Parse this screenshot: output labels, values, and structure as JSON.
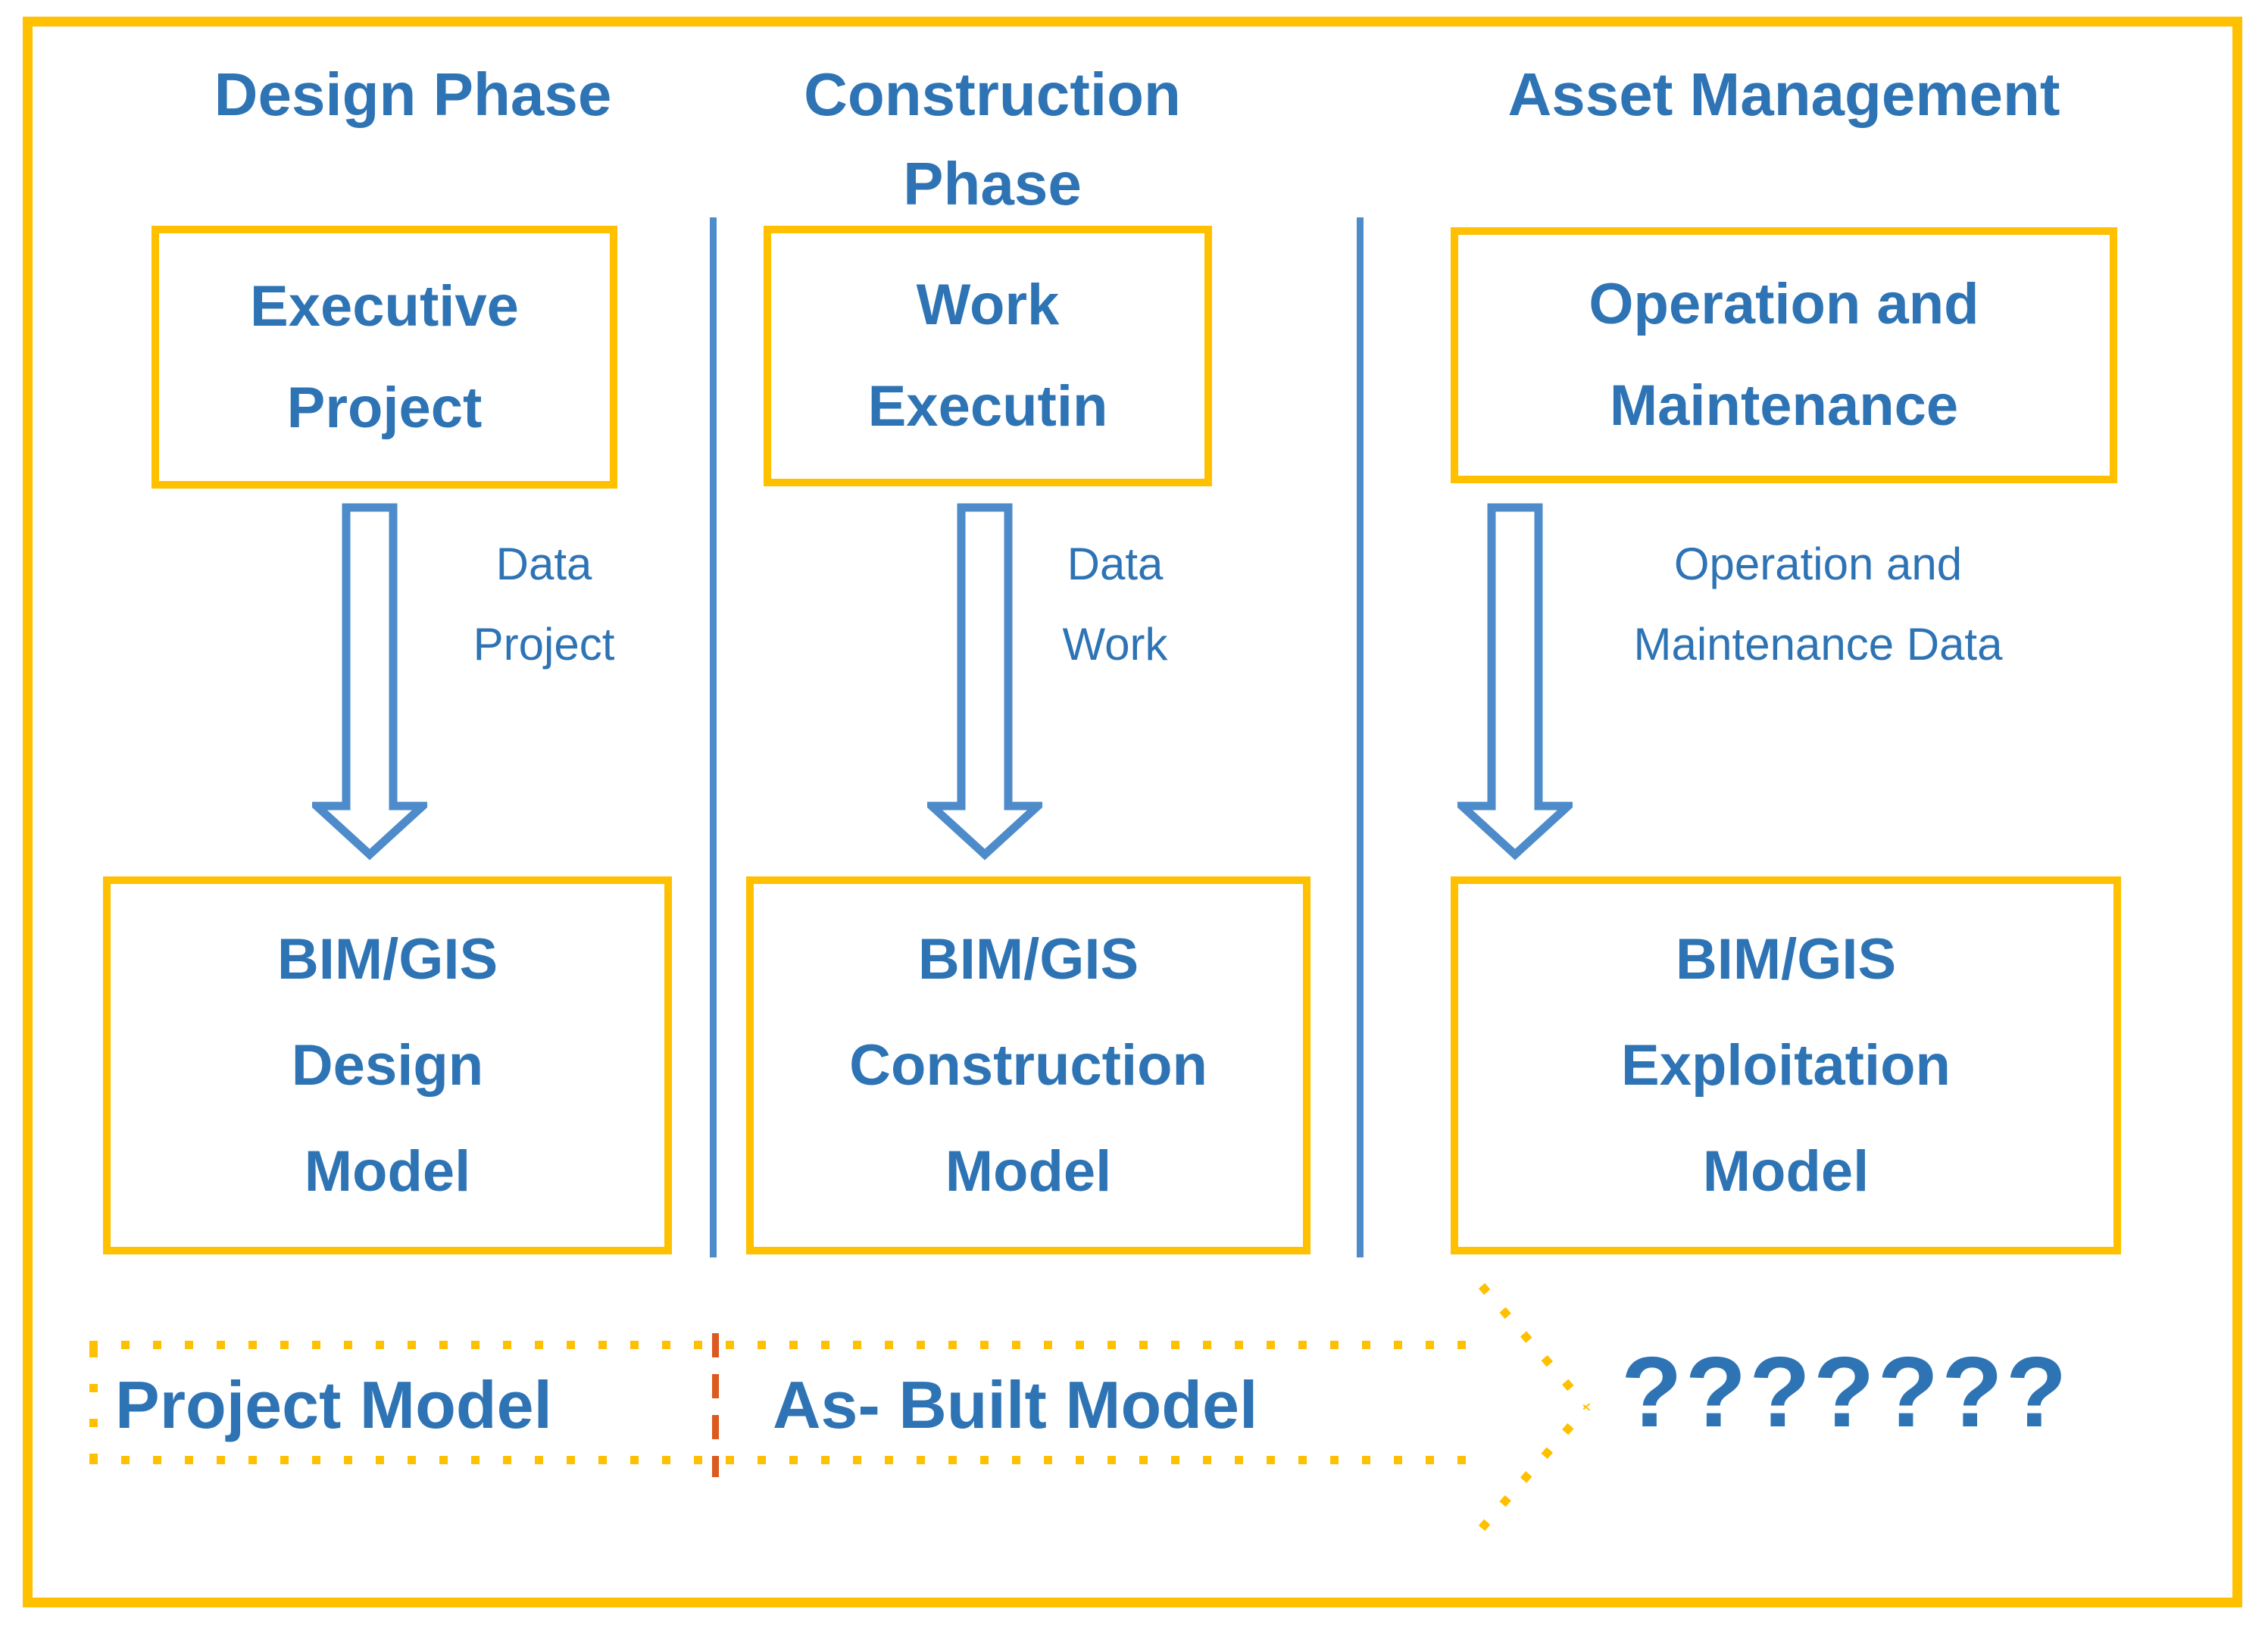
{
  "colors": {
    "gold": "#FFC000",
    "text_blue": "#2E74B5",
    "line_blue": "#4D8BCB",
    "red_dash": "#DD5A1E",
    "background": "#FFFFFF"
  },
  "columns": [
    {
      "header_lines": [
        "Design Phase"
      ],
      "top_box_lines": [
        "Executive",
        "Project"
      ],
      "arrow_label_lines": [
        "Data",
        "Project"
      ],
      "bottom_box_lines": [
        "BIM/GIS",
        "Design",
        "Model"
      ],
      "flow_label": "Project Model"
    },
    {
      "header_lines": [
        "Construction",
        "Phase"
      ],
      "top_box_lines": [
        "Work",
        "Executin"
      ],
      "arrow_label_lines": [
        "Data",
        "Work"
      ],
      "bottom_box_lines": [
        "BIM/GIS",
        "Construction",
        "Model"
      ],
      "flow_label": "As- Built Model"
    },
    {
      "header_lines": [
        "Asset Management"
      ],
      "top_box_lines": [
        "Operation and",
        "Maintenance"
      ],
      "arrow_label_lines": [
        "Operation and",
        "Maintenance Data"
      ],
      "bottom_box_lines": [
        "BIM/GIS",
        "Exploitation",
        "Model"
      ],
      "flow_label": "???????"
    }
  ]
}
